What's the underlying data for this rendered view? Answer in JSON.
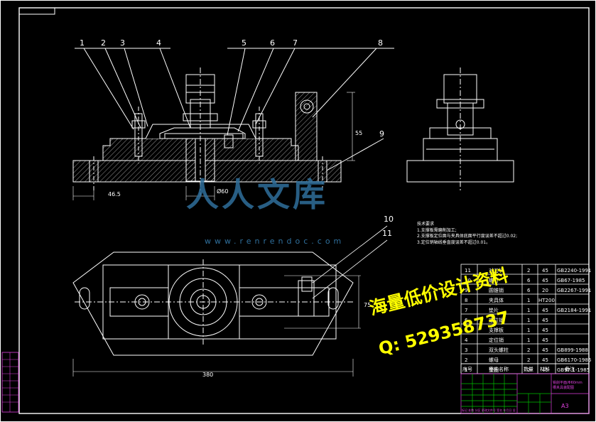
{
  "drawing": {
    "callouts": [
      "1",
      "2",
      "3",
      "4",
      "5",
      "6",
      "7",
      "8",
      "9",
      "10",
      "11"
    ],
    "dimensions": {
      "front_left": "46.5",
      "front_mid": "Ø60",
      "front_height": "55",
      "plan_width": "380",
      "plan_height": "75"
    }
  },
  "technical_requirements": {
    "title": "技术要求",
    "items": [
      "1.支撑板需磨削加工;",
      "2.支撑板定位面与夹具体底面平行度误差不超过0.02;",
      "3.定位销轴线垂直度误差不超过0.01。"
    ]
  },
  "parts_table": {
    "header": [
      "序号",
      "零件名称",
      "数量",
      "材料",
      "备注"
    ],
    "rows": [
      [
        "11",
        "对刀块",
        "2",
        "45",
        "GB2240-1991"
      ],
      [
        "10",
        "螺钉",
        "6",
        "45",
        "GB67-1985"
      ],
      [
        "9",
        "圆锥销",
        "6",
        "20",
        "GB2267-1991"
      ],
      [
        "8",
        "夹具体",
        "1",
        "HT200",
        ""
      ],
      [
        "7",
        "垫片",
        "1",
        "45",
        "GB2184-1991"
      ],
      [
        "6",
        "定位销",
        "1",
        "45",
        ""
      ],
      [
        "5",
        "支撑板",
        "1",
        "45",
        ""
      ],
      [
        "4",
        "定位销",
        "1",
        "45",
        ""
      ],
      [
        "3",
        "双头螺柱",
        "2",
        "45",
        "GB899-1988"
      ],
      [
        "2",
        "螺母",
        "2",
        "45",
        "GB6170-1986"
      ],
      [
        "1",
        "垫圈",
        "2",
        "45",
        "GB97.1-1985"
      ]
    ]
  },
  "title_block": {
    "drawing_name_line1": "铣削平面/Φ60mm",
    "drawing_name_line2": "槽夹具装配图",
    "scale": "A3",
    "grid_text": "标记 处数 分区 更改文件号 签名 年月日 设计 标准化 审核 工艺 批准"
  },
  "watermark": {
    "logo": "人人文库",
    "url": "www.renrendoc.com"
  },
  "promo": {
    "line1": "海量低价设计资料",
    "line2": "Q: 529358737"
  },
  "colors": {
    "background": "#000000",
    "lines": "#ffffff",
    "table_lines": "#ffffff",
    "title_block": "#e040e0",
    "promo": "#ffff00",
    "watermark": "#2f6f9c",
    "green_grid": "#00c000"
  }
}
